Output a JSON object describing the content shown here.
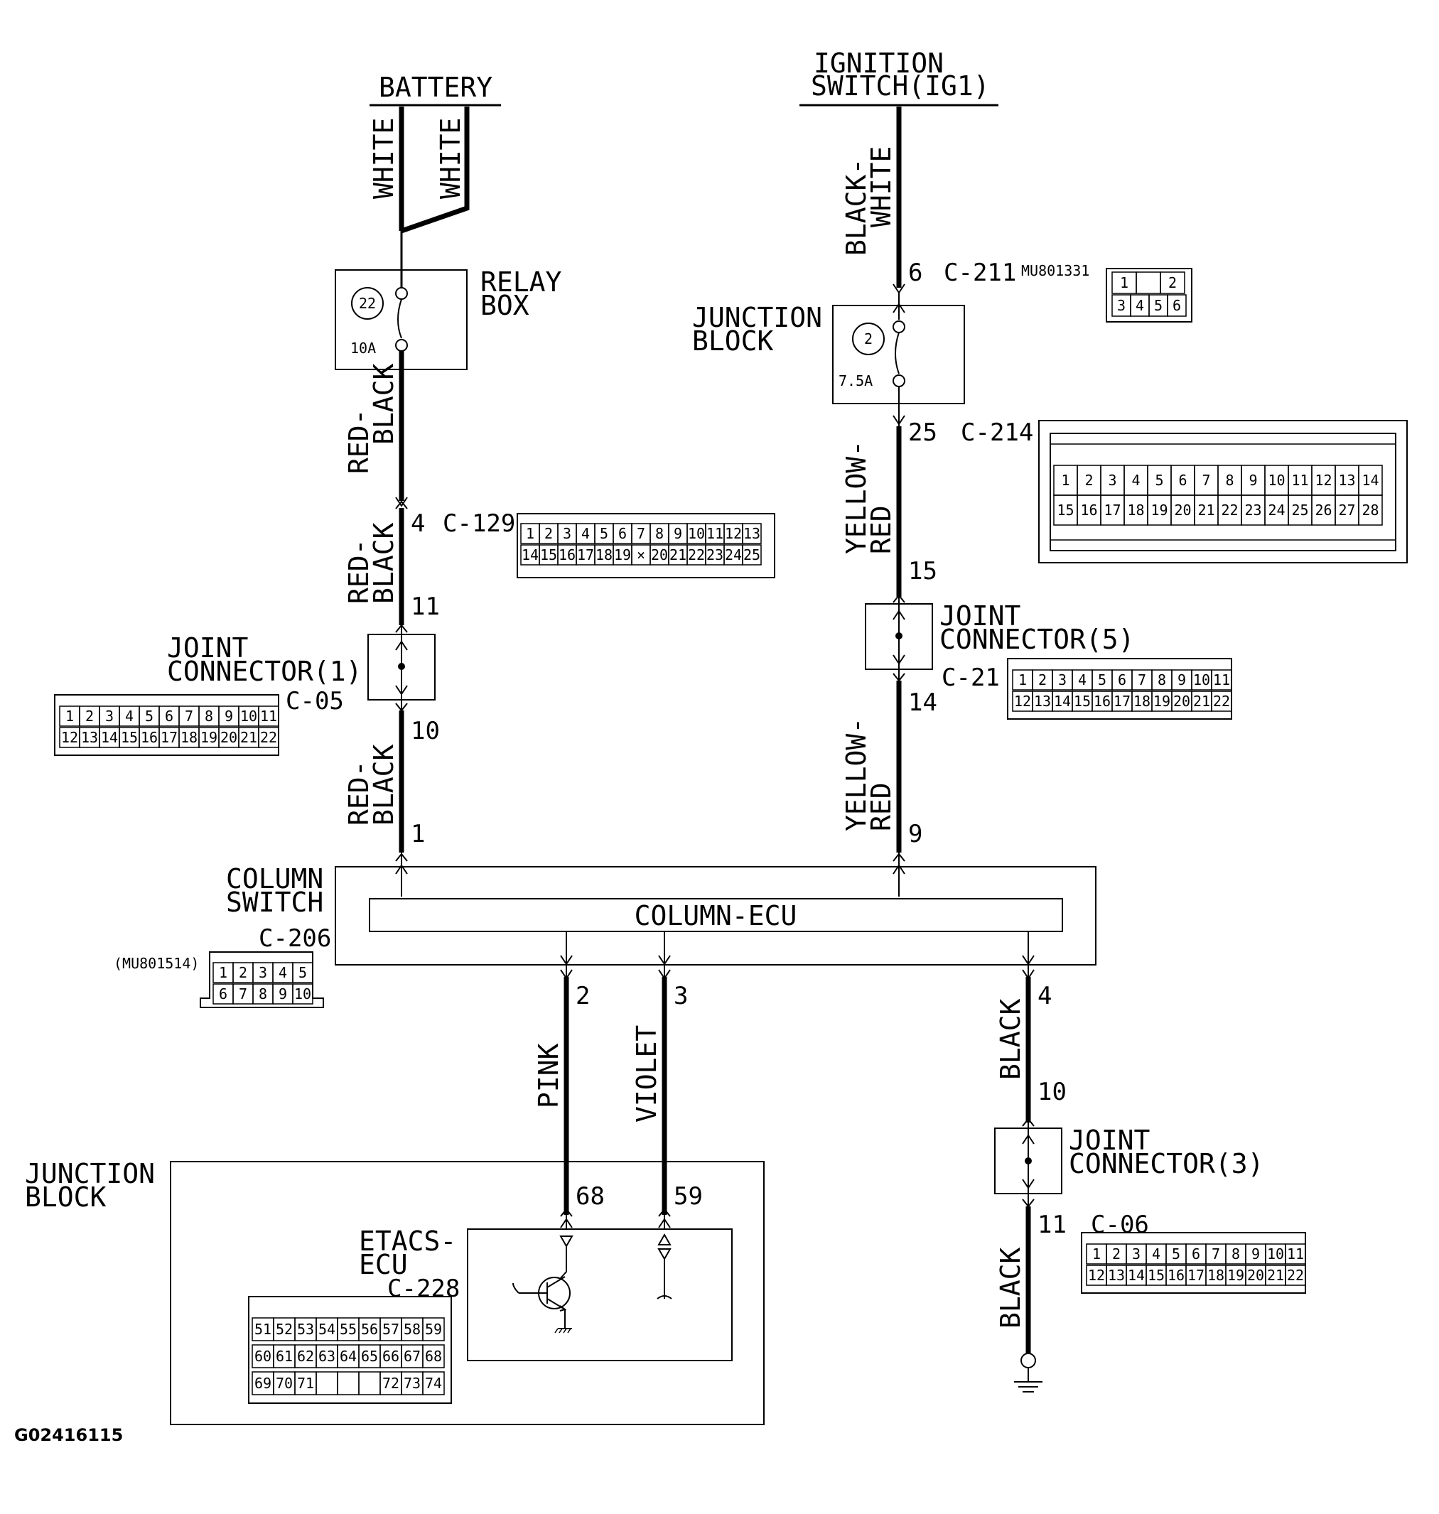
{
  "labels": {
    "battery": "BATTERY",
    "ignition_1": "IGNITION",
    "ignition_2": "SWITCH(IG1)",
    "relay_box_1": "RELAY",
    "relay_box_2": "BOX",
    "junction_block_1": "JUNCTION",
    "junction_block_2": "BLOCK",
    "joint1_1": "JOINT",
    "joint1_2": "CONNECTOR(1)",
    "joint5_1": "JOINT",
    "joint5_2": "CONNECTOR(5)",
    "joint3_1": "JOINT",
    "joint3_2": "CONNECTOR(3)",
    "column_switch_1": "COLUMN",
    "column_switch_2": "SWITCH",
    "column_ecu": "COLUMN-ECU",
    "etacs_1": "ETACS-",
    "etacs_2": "ECU",
    "jb_bottom_1": "JUNCTION",
    "jb_bottom_2": "BLOCK",
    "figure_code": "G02416115"
  },
  "fuses": {
    "relay_fuse_no": "22",
    "relay_fuse_amp": "10A",
    "jb_fuse_no": "2",
    "jb_fuse_amp": "7.5A"
  },
  "wires": {
    "white_a": "WHITE",
    "white_b": "WHITE",
    "black_white": [
      "BLACK-",
      "WHITE"
    ],
    "red_black_1": [
      "RED-",
      "BLACK"
    ],
    "red_black_2": [
      "RED-",
      "BLACK"
    ],
    "red_black_3": [
      "RED-",
      "BLACK"
    ],
    "yellow_red_1": [
      "YELLOW-",
      "RED"
    ],
    "yellow_red_2": [
      "YELLOW-",
      "RED"
    ],
    "pink": "PINK",
    "violet": "VIOLET",
    "black_1": "BLACK",
    "black_2": "BLACK"
  },
  "pins": {
    "p6": "6",
    "p25": "25",
    "p15": "15",
    "p14": "14",
    "p9": "9",
    "p4a": "4",
    "p11a": "11",
    "p10a": "10",
    "p1": "1",
    "p2": "2",
    "p3": "3",
    "p68": "68",
    "p59": "59",
    "p4b": "4",
    "p10b": "10",
    "p11b": "11"
  },
  "connectors": {
    "c211": {
      "label": "C-211",
      "part": "MU801331",
      "row1": [
        "1",
        "",
        "2"
      ],
      "row2": [
        "3",
        "4",
        "5",
        "6"
      ]
    },
    "c214": {
      "label": "C-214",
      "row1": [
        "1",
        "2",
        "3",
        "4",
        "5",
        "6",
        "7",
        "8",
        "9",
        "10",
        "11",
        "12",
        "13",
        "14"
      ],
      "row2": [
        "15",
        "16",
        "17",
        "18",
        "19",
        "20",
        "21",
        "22",
        "23",
        "24",
        "25",
        "26",
        "27",
        "28"
      ]
    },
    "c129": {
      "label": "C-129",
      "row1": [
        "1",
        "2",
        "3",
        "4",
        "5",
        "6",
        "7",
        "8",
        "9",
        "10",
        "11",
        "12",
        "13"
      ],
      "row2": [
        "14",
        "15",
        "16",
        "17",
        "18",
        "19",
        "×",
        "20",
        "21",
        "22",
        "23",
        "24",
        "25"
      ]
    },
    "c21": {
      "label": "C-21",
      "row1": [
        "1",
        "2",
        "3",
        "4",
        "5",
        "6",
        "7",
        "8",
        "9",
        "10",
        "11"
      ],
      "row2": [
        "12",
        "13",
        "14",
        "15",
        "16",
        "17",
        "18",
        "19",
        "20",
        "21",
        "22"
      ]
    },
    "c05": {
      "label": "C-05",
      "row1": [
        "1",
        "2",
        "3",
        "4",
        "5",
        "6",
        "7",
        "8",
        "9",
        "10",
        "11"
      ],
      "row2": [
        "12",
        "13",
        "14",
        "15",
        "16",
        "17",
        "18",
        "19",
        "20",
        "21",
        "22"
      ]
    },
    "c206": {
      "label": "C-206",
      "part": "(MU801514)",
      "row1": [
        "1",
        "2",
        "3",
        "4",
        "5"
      ],
      "row2": [
        "6",
        "7",
        "8",
        "9",
        "10"
      ]
    },
    "c06": {
      "label": "C-06",
      "row1": [
        "1",
        "2",
        "3",
        "4",
        "5",
        "6",
        "7",
        "8",
        "9",
        "10",
        "11"
      ],
      "row2": [
        "12",
        "13",
        "14",
        "15",
        "16",
        "17",
        "18",
        "19",
        "20",
        "21",
        "22"
      ]
    },
    "c228": {
      "label": "C-228",
      "row1": [
        "51",
        "52",
        "53",
        "54",
        "55",
        "56",
        "57",
        "58",
        "59"
      ],
      "row2": [
        "60",
        "61",
        "62",
        "63",
        "64",
        "65",
        "66",
        "67",
        "68"
      ],
      "row3": [
        "69",
        "70",
        "71",
        "",
        "",
        "",
        "72",
        "73",
        "74"
      ]
    }
  }
}
